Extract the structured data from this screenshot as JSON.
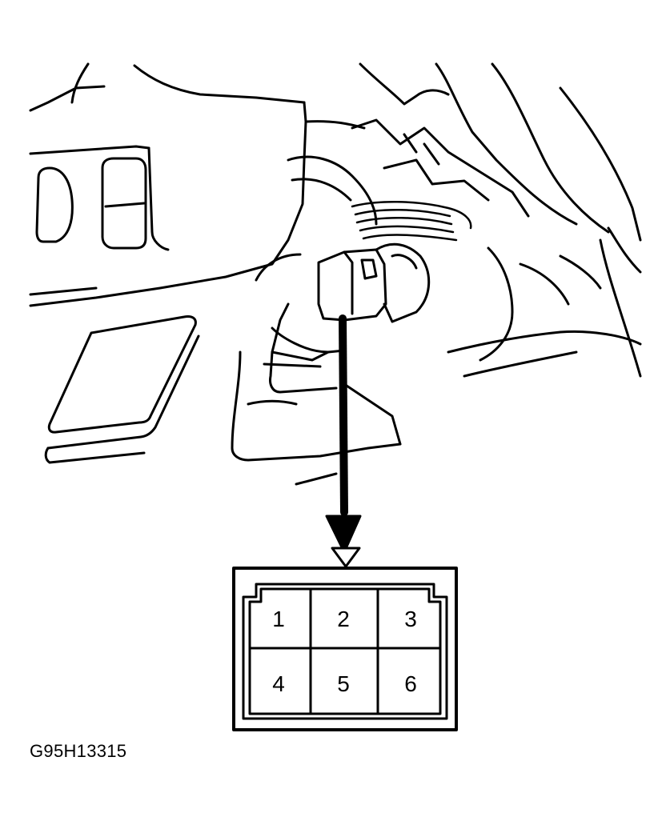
{
  "connector": {
    "pins": [
      "1",
      "2",
      "3",
      "4",
      "5",
      "6"
    ]
  },
  "figure_code": "G95H13315",
  "colors": {
    "line": "#000000",
    "background": "#ffffff"
  }
}
